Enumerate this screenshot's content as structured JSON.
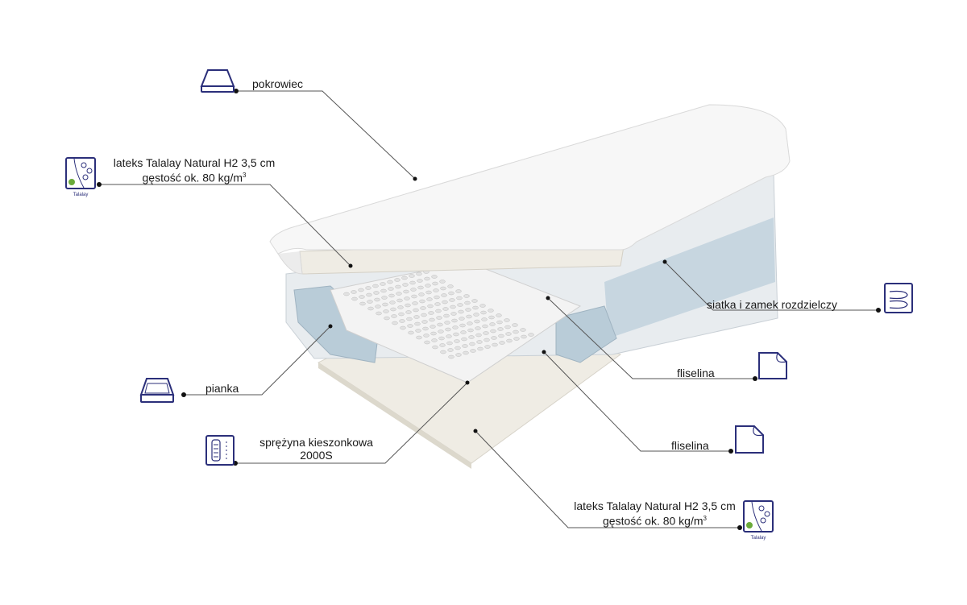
{
  "labels": {
    "cover": "pokrowiec",
    "latex_top_line1": "lateks Talalay Natural H2 3,5 cm",
    "latex_top_line2": "gęstość ok. 80 kg/m",
    "latex_top_sup": "3",
    "mesh_zipper": "siatka i zamek rozdzielczy",
    "nonwoven_1": "fliselina",
    "foam": "pianka",
    "nonwoven_2": "fliselina",
    "spring_line1": "sprężyna kieszonkowa",
    "spring_line2": "2000S",
    "latex_bottom_line1": "lateks Talalay Natural H2 3,5 cm",
    "latex_bottom_line2": "gęstość ok. 80 kg/m",
    "latex_bottom_sup": "3"
  },
  "icon_logo_text": "Talalay",
  "colors": {
    "icon_stroke": "#2b2f7a",
    "leader_line": "#555555",
    "foam_blue": "#b9ccd8",
    "latex": "#efece4"
  }
}
